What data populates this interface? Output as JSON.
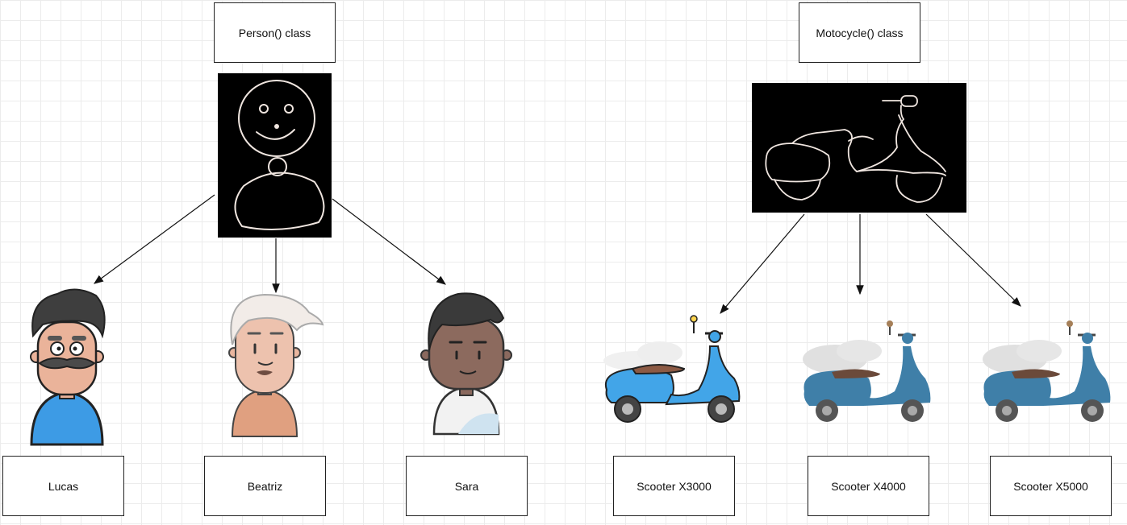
{
  "classes": {
    "person": {
      "label": "Person() class"
    },
    "motorcycle": {
      "label": "Motocycle() class"
    }
  },
  "people": [
    {
      "name": "Lucas"
    },
    {
      "name": "Beatriz"
    },
    {
      "name": "Sara"
    }
  ],
  "scooters": [
    {
      "name": "Scooter X3000"
    },
    {
      "name": "Scooter X4000"
    },
    {
      "name": "Scooter X5000"
    }
  ],
  "colors": {
    "lucas_shirt": "#3d9be5",
    "skin_light": "#eab39a",
    "skin_dark": "#8c6a5e",
    "scooter_bright": "#42a5e8",
    "scooter_muted": "#3f7fa8",
    "sketch_line": "#f0e6e0"
  }
}
